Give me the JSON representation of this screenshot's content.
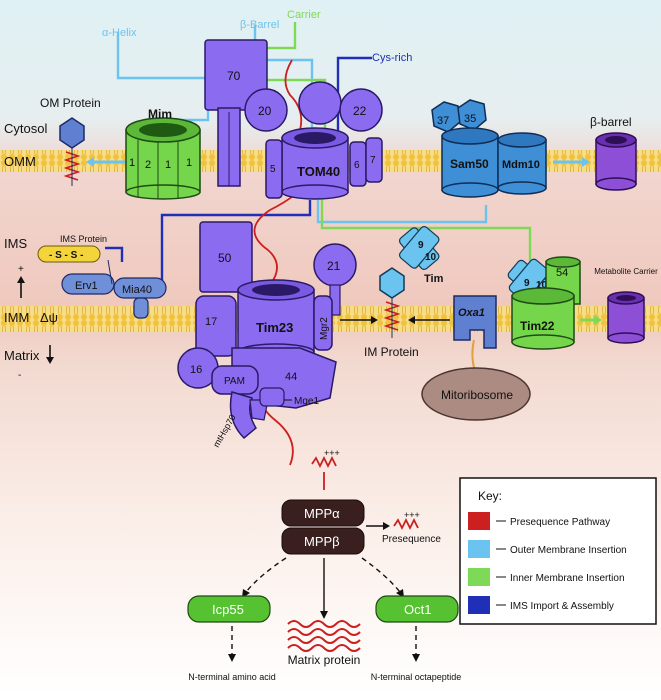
{
  "compartments": {
    "cytosol": "Cytosol",
    "omm": "OMM",
    "ims": "IMS",
    "imm": "IMM",
    "matrix": "Matrix",
    "delta_psi": "Δψ",
    "plus": "+",
    "minus": "-"
  },
  "pathway_labels": {
    "alpha_helix": "α-Helix",
    "beta_barrel": "β-Barrel",
    "carrier": "Carrier",
    "cys_rich": "Cys-rich"
  },
  "proteins": {
    "om_protein": "OM Protein",
    "mim": "Mim",
    "mim_sub1": "1",
    "mim_sub2": "2",
    "mim_sub3": "1",
    "mim_sub4": "1",
    "tom70": "70",
    "tom20": "20",
    "tom22": "22",
    "tom40": "TOM40",
    "tom5": "5",
    "tom6": "6",
    "tom7": "7",
    "sam37": "37",
    "sam35": "35",
    "sam50": "Sam50",
    "mdm10": "Mdm10",
    "beta_barrel": "β-barrel",
    "ims_protein": "IMS Protein",
    "disulfide": "- S - S -",
    "erv1": "Erv1",
    "mia40": "Mia40",
    "tim9": "9",
    "tim10": "10",
    "tim_label": "Tim",
    "tim50": "50",
    "tim21": "21",
    "tim23": "Tim23",
    "mgr2": "Mgr2",
    "tim17": "17",
    "tim16": "16",
    "pam": "PAM",
    "tim44": "44",
    "mge1": "Mge1",
    "mthsp70": "mtHsp70",
    "im_protein": "IM Protein",
    "oxa1": "Oxa1",
    "mitoribosome": "Mitoribosome",
    "tim22_9": "9",
    "tim22_10": "10",
    "tim54": "54",
    "tim22": "Tim22",
    "metabolite_carrier": "Metabolite Carrier",
    "presequence_charge": "+++",
    "mpp_alpha": "MPPα",
    "mpp_beta": "MPPβ",
    "presequence": "Presequence",
    "icp55": "Icp55",
    "oct1": "Oct1",
    "matrix_protein": "Matrix protein",
    "n_terminal_amino_acid": "N-terminal amino acid",
    "n_terminal_octapeptide": "N-terminal octapeptide"
  },
  "key": {
    "title": "Key:",
    "items": [
      {
        "label": "Presequence Pathway",
        "color": "#cc1f1f"
      },
      {
        "label": "Outer Membrane Insertion",
        "color": "#6bc4ef"
      },
      {
        "label": "Inner Membrane Insertion",
        "color": "#7ed957"
      },
      {
        "label": "IMS Import & Assembly",
        "color": "#1f2fb8"
      }
    ]
  },
  "colors": {
    "presequence": "#cc1f1f",
    "outer_membrane": "#6bc4ef",
    "inner_membrane": "#7ed957",
    "ims_import": "#1f2fb8",
    "tom_purple": "#8b6cf0",
    "sam_blue": "#3f8fd6",
    "green_complex": "#76d64b",
    "membrane": "#f6d46b"
  }
}
